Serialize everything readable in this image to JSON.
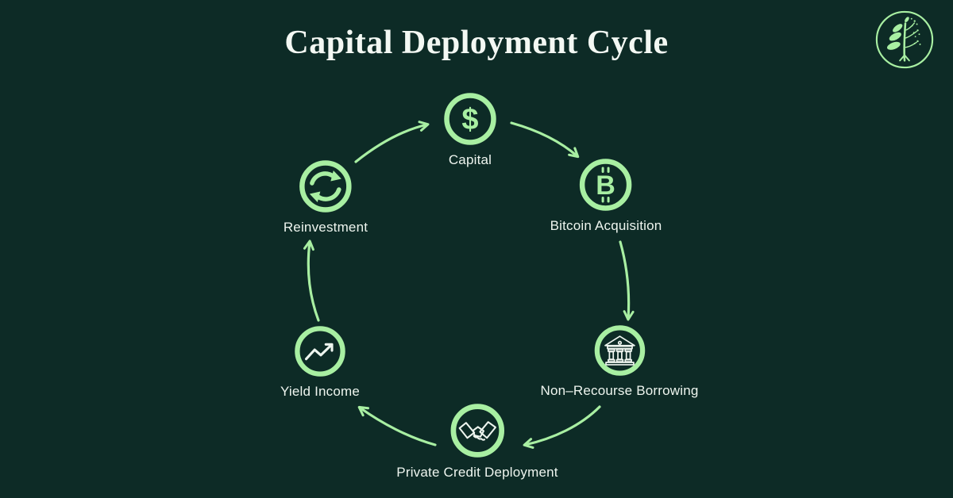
{
  "colors": {
    "background": "#0d2b26",
    "accent": "#a8efa2",
    "icon_stroke": "#eef5ef",
    "text": "#eef5ef",
    "title_text": "#f3f8f3"
  },
  "header": {
    "title": "Capital Deployment Cycle"
  },
  "brand": {
    "icon": "tree-logo"
  },
  "icons": {
    "dollar_glyph": "$",
    "bitcoin_glyph": "B"
  },
  "cycle": {
    "nodes": [
      {
        "label": "Capital",
        "icon": "dollar-icon"
      },
      {
        "label": "Bitcoin Acquisition",
        "icon": "bitcoin-icon"
      },
      {
        "label": "Non–Recourse Borrowing",
        "icon": "bank-icon"
      },
      {
        "label": "Private Credit Deployment",
        "icon": "handshake-icon"
      },
      {
        "label": "Yield Income",
        "icon": "growth-chart-icon"
      },
      {
        "label": "Reinvestment",
        "icon": "refresh-icon"
      }
    ]
  }
}
